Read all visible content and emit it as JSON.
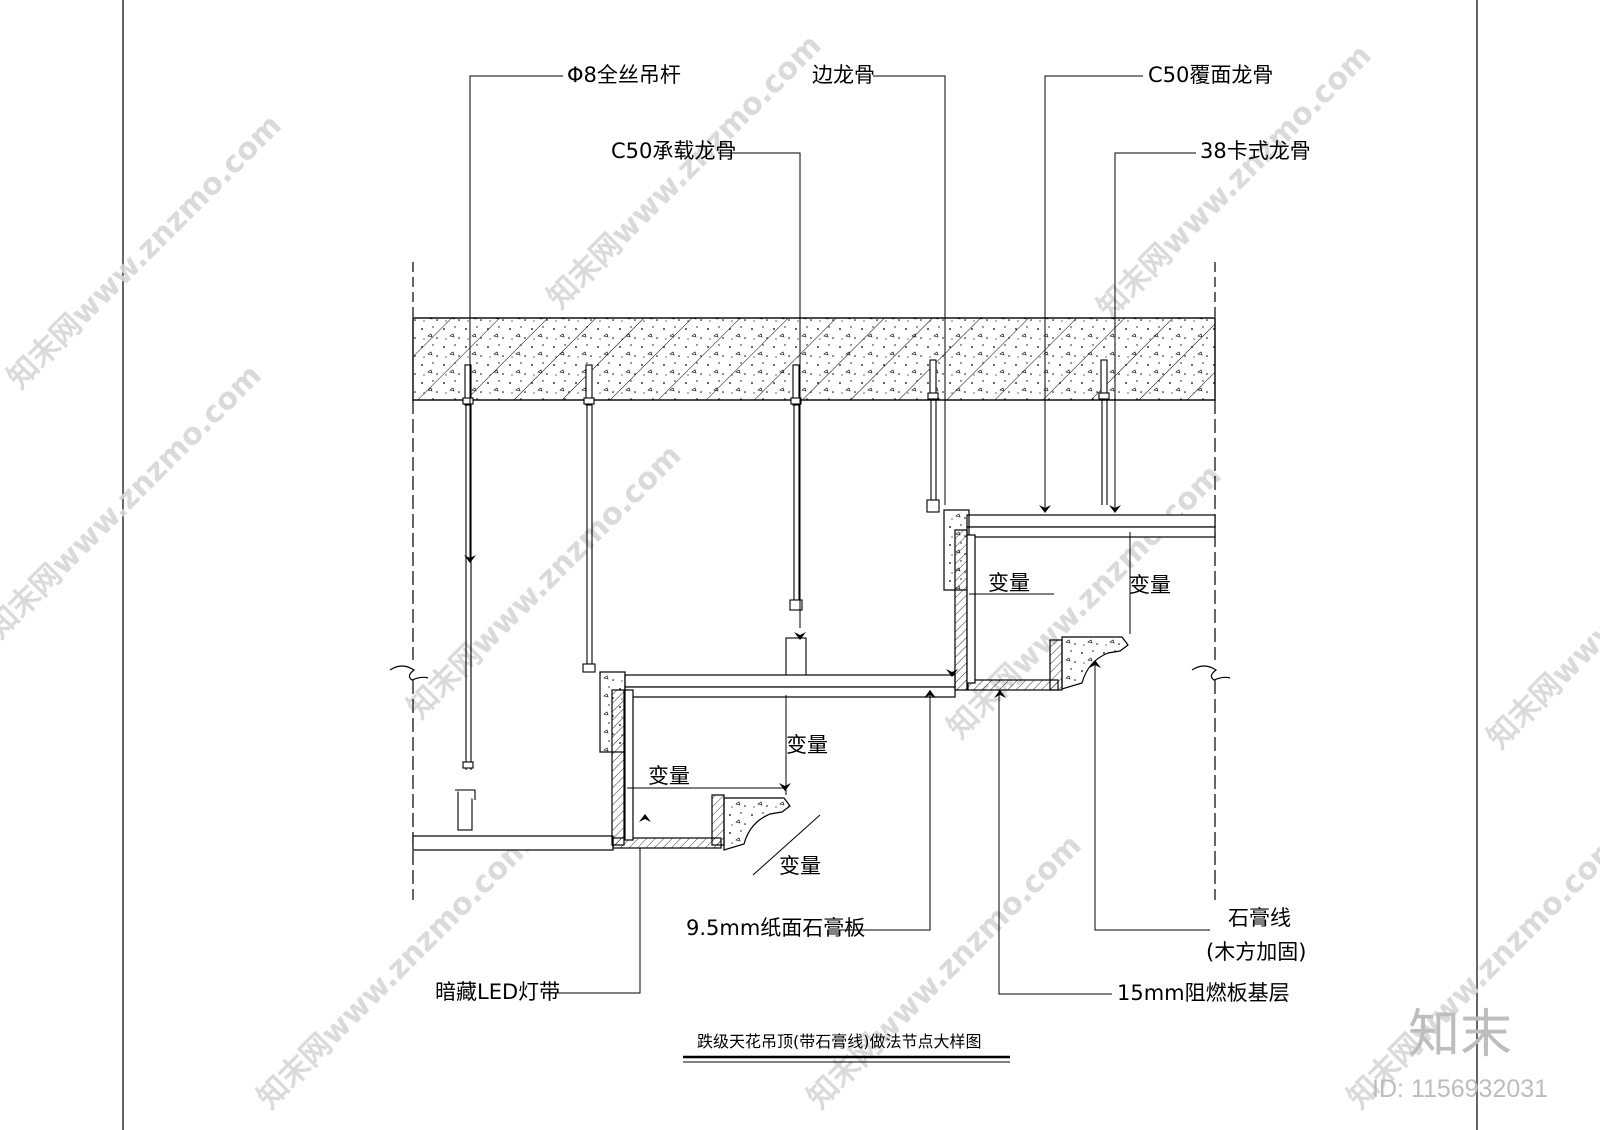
{
  "labels": {
    "hanger_rod": "Φ8全丝吊杆",
    "edge_keel": "边龙骨",
    "cover_keel": "C50覆面龙骨",
    "main_keel": "C50承载龙骨",
    "clip_keel": "38卡式龙骨",
    "variable": "变量",
    "gypsum_board": "9.5mm纸面石膏板",
    "led_strip": "暗藏LED灯带",
    "plaster_line": "石膏线",
    "plaster_line_note": "(木方加固)",
    "fire_board": "15mm阻燃板基层"
  },
  "title": "跌级天花吊顶(带石膏线)做法节点大样图",
  "watermark": {
    "site": "知末网www.znzmo.com",
    "brand": "知末",
    "id": "ID: 1156932031"
  }
}
